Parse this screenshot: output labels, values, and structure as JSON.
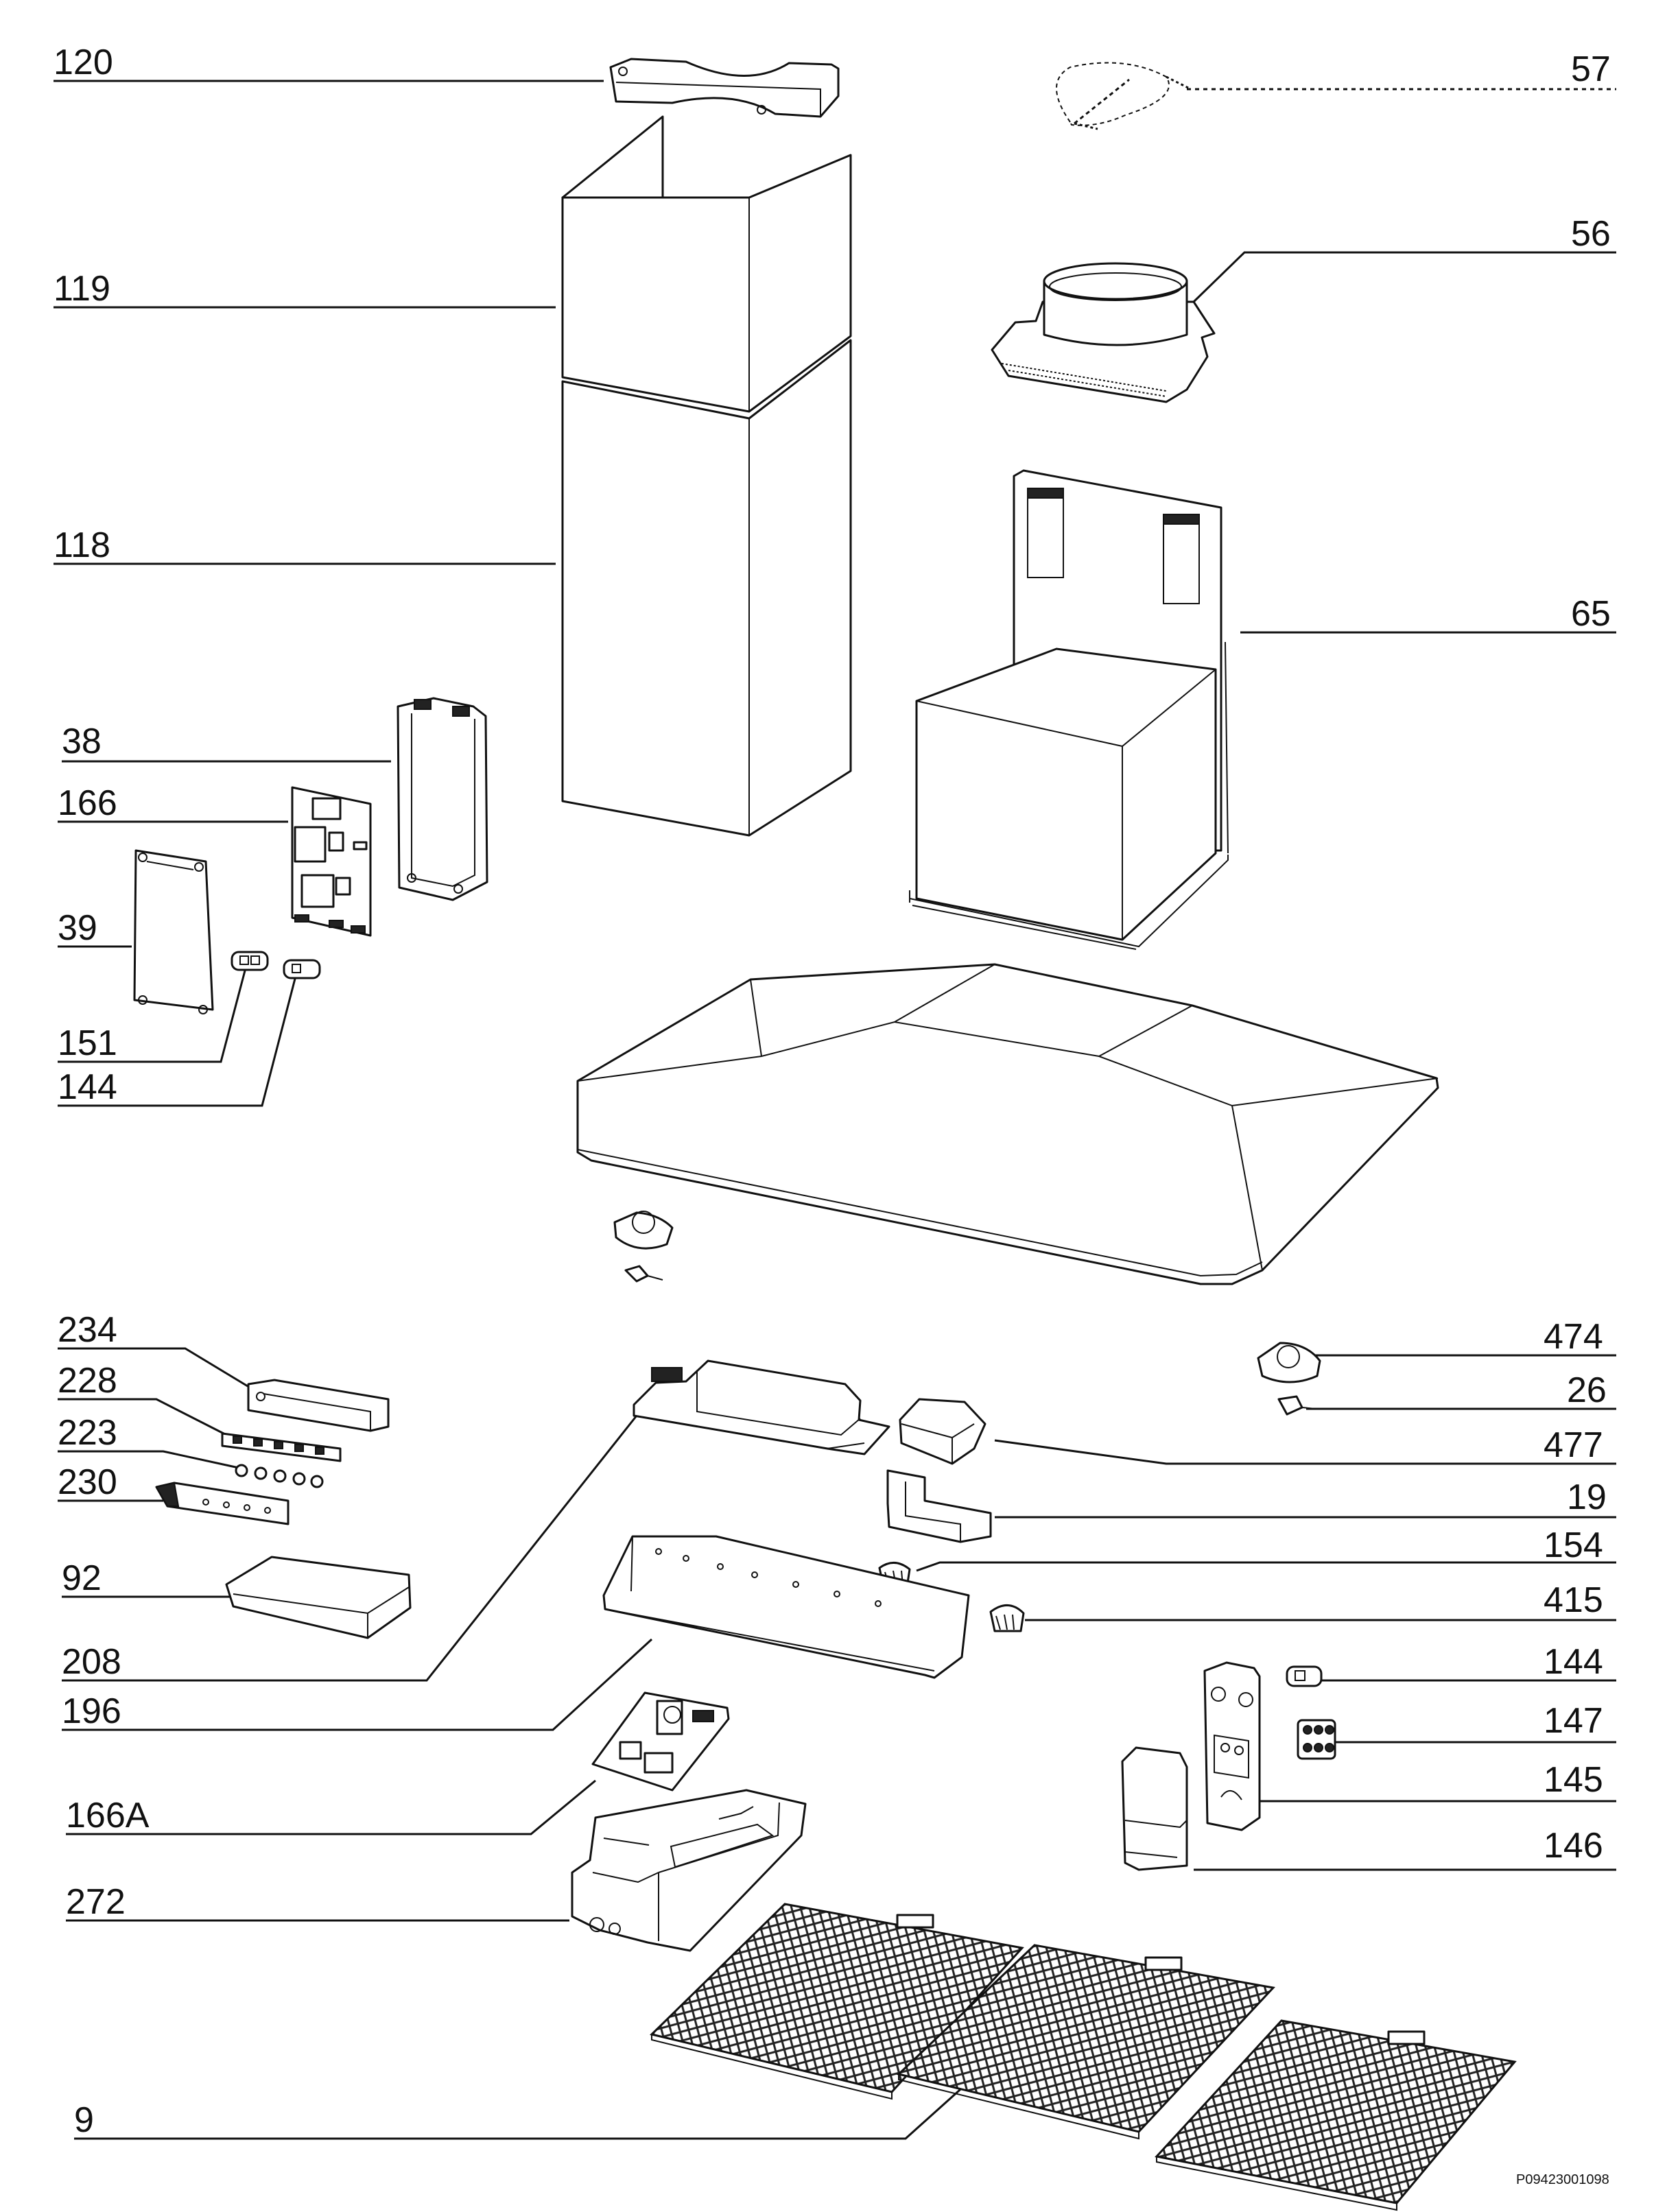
{
  "labels": {
    "p120": "120",
    "p57": "57",
    "p56": "56",
    "p119": "119",
    "p118": "118",
    "p65": "65",
    "p38": "38",
    "p166": "166",
    "p39": "39",
    "p151": "151",
    "p144a": "144",
    "p234": "234",
    "p228": "228",
    "p223": "223",
    "p230": "230",
    "p92": "92",
    "p208": "208",
    "p196": "196",
    "p166A": "166A",
    "p272": "272",
    "p9": "9",
    "p474": "474",
    "p26": "26",
    "p477": "477",
    "p19": "19",
    "p154": "154",
    "p415": "415",
    "p144b": "144",
    "p147": "147",
    "p145": "145",
    "p146": "146"
  },
  "drawing_code": "P09423001098"
}
